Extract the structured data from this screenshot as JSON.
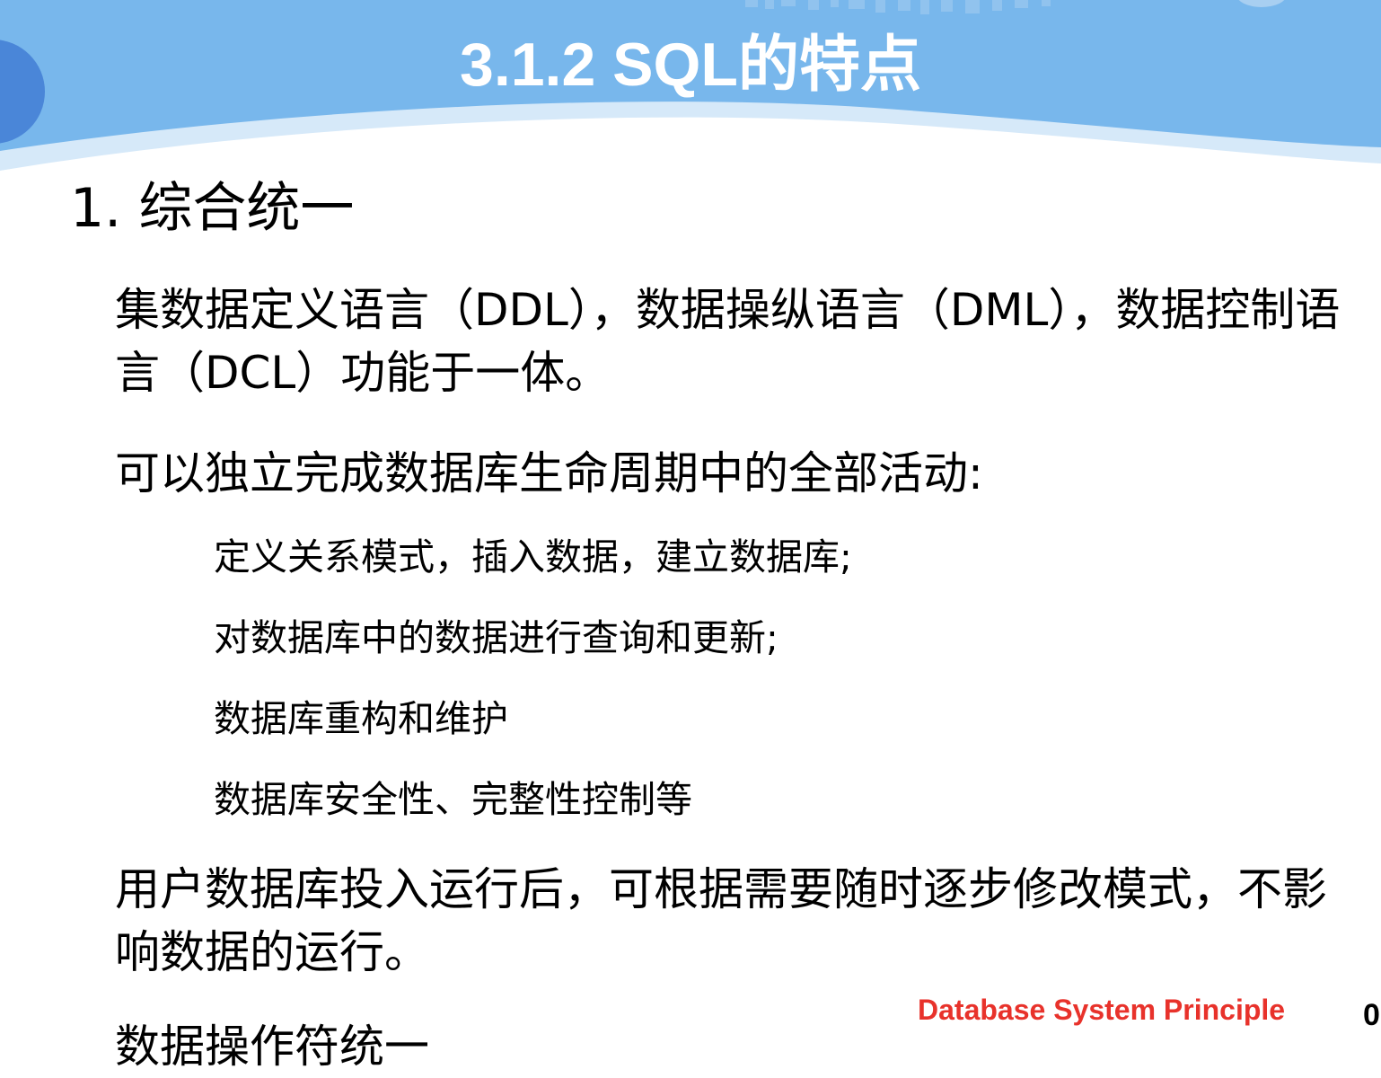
{
  "slide": {
    "title": "3.1.2  SQL的特点",
    "heading": "1. 综合统一",
    "paragraph1": "集数据定义语言（DDL），数据操纵语言（DML），数据控制语言（DCL）功能于一体。",
    "paragraph2": "可以独立完成数据库生命周期中的全部活动:",
    "subitems": [
      "定义关系模式，插入数据，建立数据库;",
      "对数据库中的数据进行查询和更新;",
      "数据库重构和维护",
      "数据库安全性、完整性控制等"
    ],
    "paragraph3": "用户数据库投入运行后，可根据需要随时逐步修改模式，不影响数据的运行。",
    "paragraph4": "数据操作符统一"
  },
  "footer": {
    "course": "Database System Principle",
    "page": "0"
  },
  "colors": {
    "header_blue": "#79b8ec",
    "header_light": "#cfe5f8",
    "accent_red": "#e8322b"
  }
}
